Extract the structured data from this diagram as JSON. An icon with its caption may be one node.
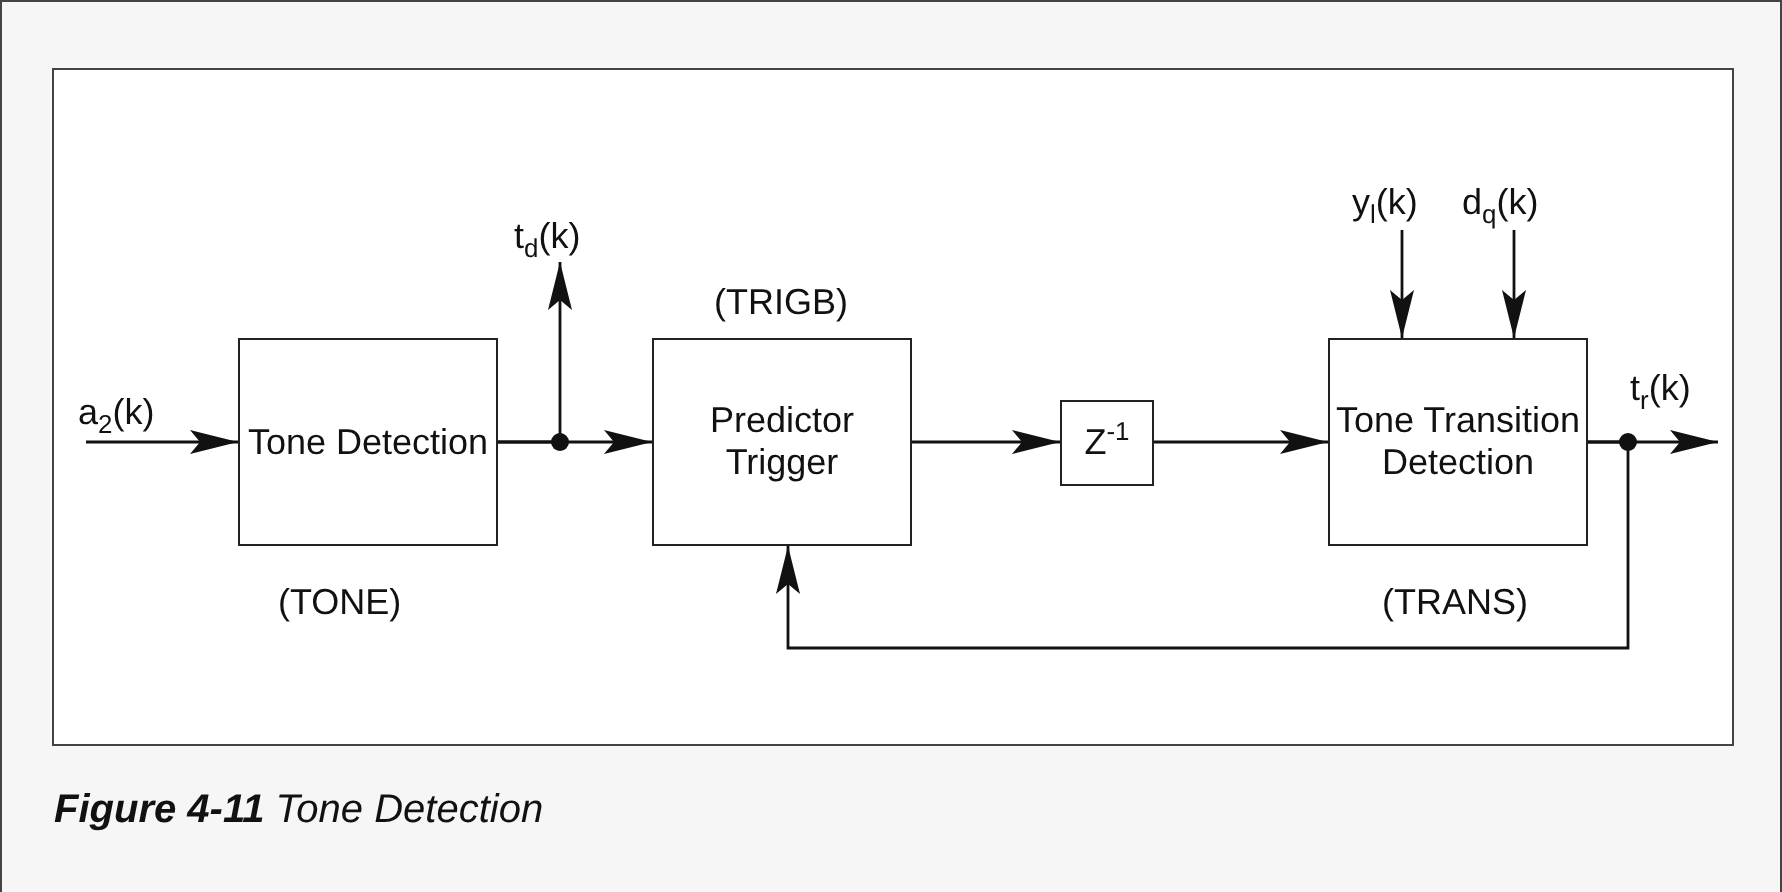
{
  "diagram": {
    "caption": "**Figure 4-11** Tone Detection",
    "nodes": [
      {
        "text": [
          "Tone Detection"
        ],
        "beside": [
          "(TONE)"
        ]
      },
      {
        "text": [
          "Predictor Trigger"
        ],
        "beside": [
          "(TRIGB)"
        ]
      },
      {
        "text": [
          "Z$^{-1}$"
        ]
      },
      {
        "text": [
          "Tone Transition Detection"
        ],
        "beside": [
          "(TRANS)"
        ]
      },
      {
        "text": [
          "a$_{2}$(k)"
        ]
      },
      {
        "text": [
          "t$_{d}$(k)"
        ]
      },
      {
        "text": [
          "y$_{l}$(k)"
        ]
      },
      {
        "text": [
          "d$_{q}$(k)"
        ]
      },
      {
        "text": [
          "t$_{r}$(k)"
        ]
      }
    ],
    "edges": [
      {
        "from": 4,
        "to": 0,
        "arrow": "to"
      },
      {
        "from": 0,
        "to": 1,
        "arrow": "to"
      },
      {
        "from": 0,
        "to": 5,
        "arrow": "to"
      },
      {
        "from": 1,
        "to": 2,
        "arrow": "to"
      },
      {
        "from": 2,
        "to": 3,
        "arrow": "to"
      },
      {
        "from": 6,
        "to": 3,
        "arrow": "to"
      },
      {
        "from": 7,
        "to": 3,
        "arrow": "to"
      },
      {
        "from": 3,
        "to": 8,
        "arrow": "to"
      },
      {
        "from": 3,
        "to": 1,
        "arrow": "to"
      }
    ]
  }
}
